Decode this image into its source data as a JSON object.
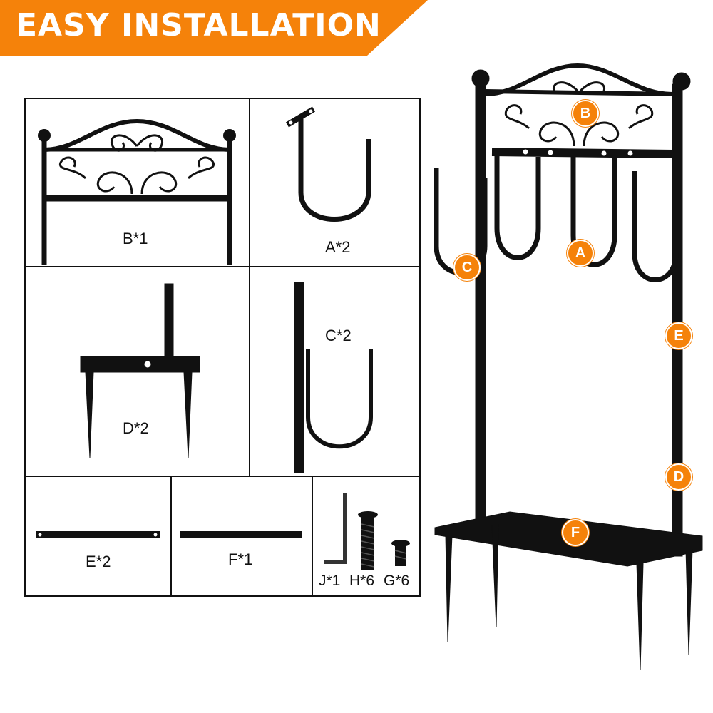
{
  "banner": {
    "title": "EASY INSTALLATION",
    "color": "#f5820a"
  },
  "parts": [
    {
      "id": "B",
      "label": "B*1"
    },
    {
      "id": "A",
      "label": "A*2"
    },
    {
      "id": "D",
      "label": "D*2"
    },
    {
      "id": "C",
      "label": "C*2"
    },
    {
      "id": "E",
      "label": "E*2"
    },
    {
      "id": "F",
      "label": "F*1"
    },
    {
      "id": "J",
      "label": "J*1"
    },
    {
      "id": "H",
      "label": "H*6"
    },
    {
      "id": "G",
      "label": "G*6"
    }
  ],
  "callouts": {
    "B": "B",
    "A": "A",
    "C": "C",
    "E": "E",
    "D": "D",
    "F": "F"
  }
}
